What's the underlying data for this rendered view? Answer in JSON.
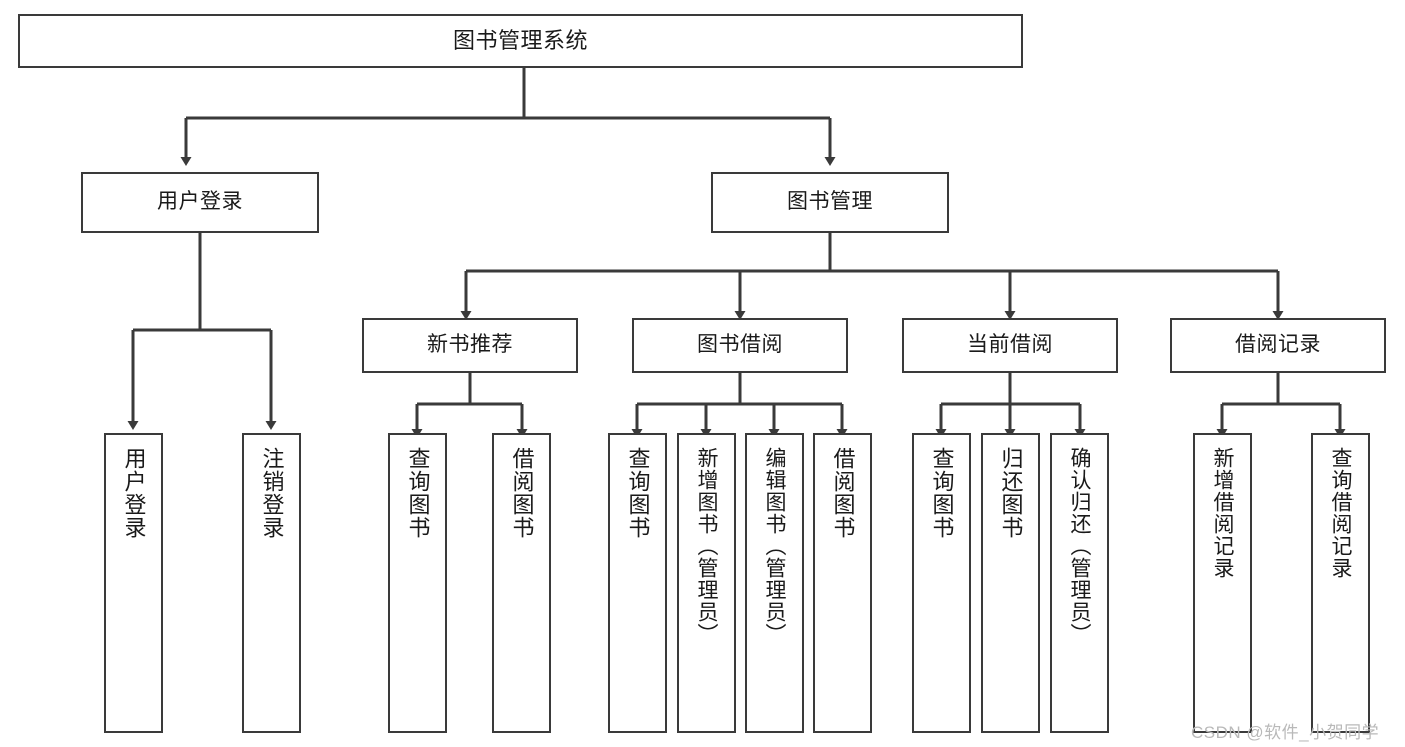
{
  "diagram": {
    "type": "tree-hierarchy",
    "title": "图书管理系统",
    "root": {
      "id": "root",
      "label": "图书管理系统"
    },
    "level1": [
      {
        "id": "user-login",
        "label": "用户登录"
      },
      {
        "id": "book-manage",
        "label": "图书管理"
      }
    ],
    "level2": [
      {
        "id": "new-book-recommend",
        "label": "新书推荐",
        "parent": "book-manage"
      },
      {
        "id": "book-borrow",
        "label": "图书借阅",
        "parent": "book-manage"
      },
      {
        "id": "current-borrow",
        "label": "当前借阅",
        "parent": "book-manage"
      },
      {
        "id": "borrow-record",
        "label": "借阅记录",
        "parent": "book-manage"
      }
    ],
    "leaves": [
      {
        "id": "leaf-user-login",
        "label": "用户登录",
        "parent": "user-login"
      },
      {
        "id": "leaf-logout-login",
        "label": "注销登录",
        "parent": "user-login"
      },
      {
        "id": "leaf-query-book-1",
        "label": "查询图书",
        "parent": "new-book-recommend"
      },
      {
        "id": "leaf-borrow-book-1",
        "label": "借阅图书",
        "parent": "new-book-recommend"
      },
      {
        "id": "leaf-query-book-2",
        "label": "查询图书",
        "parent": "book-borrow"
      },
      {
        "id": "leaf-add-book",
        "label": "新增图书（管理员）",
        "parent": "book-borrow"
      },
      {
        "id": "leaf-edit-book",
        "label": "编辑图书（管理员）",
        "parent": "book-borrow"
      },
      {
        "id": "leaf-borrow-book-2",
        "label": "借阅图书",
        "parent": "book-borrow"
      },
      {
        "id": "leaf-query-book-3",
        "label": "查询图书",
        "parent": "current-borrow"
      },
      {
        "id": "leaf-return-book",
        "label": "归还图书",
        "parent": "current-borrow"
      },
      {
        "id": "leaf-confirm-return",
        "label": "确认归还（管理员）",
        "parent": "current-borrow"
      },
      {
        "id": "leaf-add-record",
        "label": "新增借阅记录",
        "parent": "borrow-record"
      },
      {
        "id": "leaf-query-record",
        "label": "查询借阅记录",
        "parent": "borrow-record"
      }
    ]
  },
  "watermark": {
    "text": "CSDN @软件_小贺同学"
  },
  "colors": {
    "border": "#3a3a3a",
    "text": "#1a1a1a",
    "background": "#ffffff",
    "watermark": "#b9b9b9"
  }
}
